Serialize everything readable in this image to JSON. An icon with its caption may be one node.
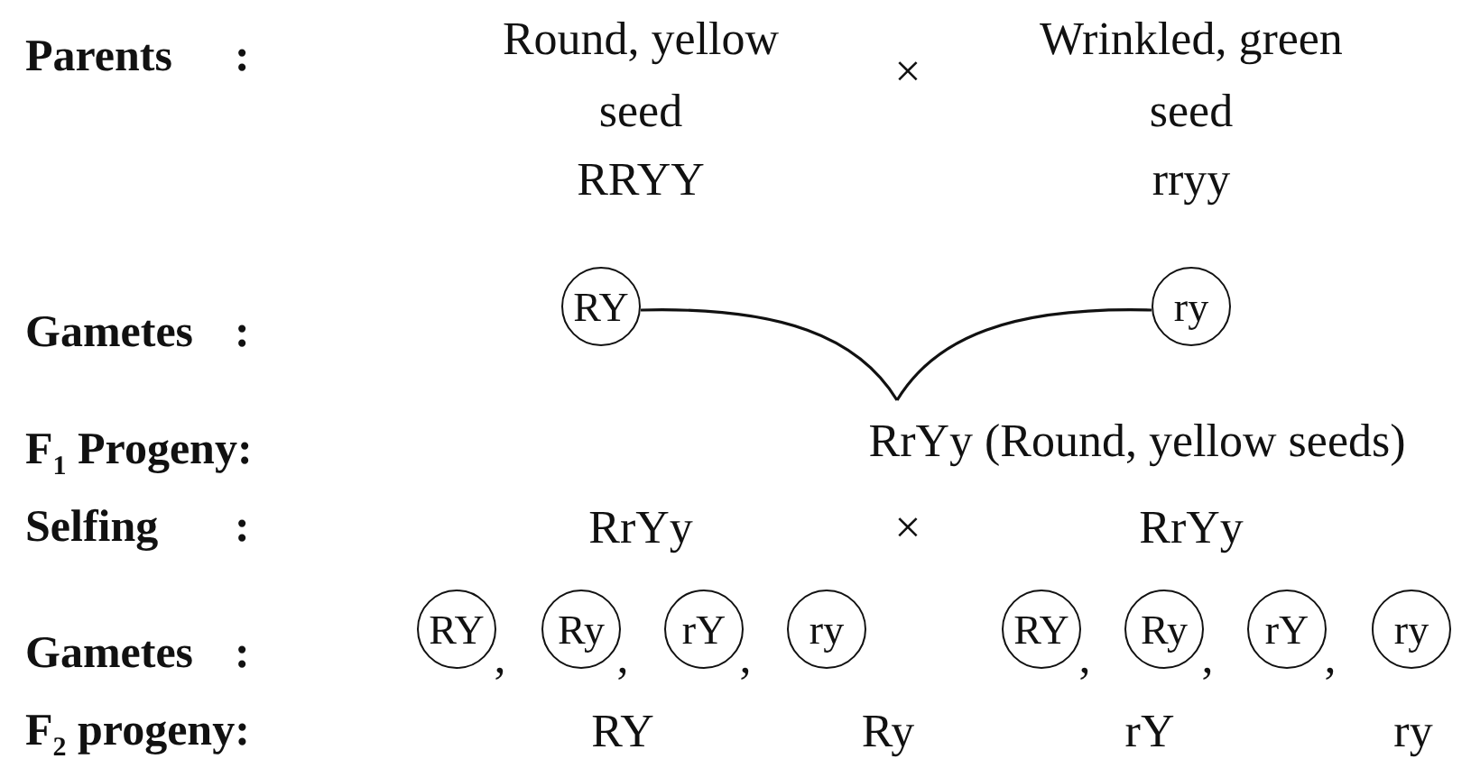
{
  "diagram": {
    "nodes": [
      {
        "text": [
          "RY"
        ]
      },
      {
        "text": [
          "ry"
        ]
      },
      {
        "text": [
          "RrYy (Round, yellow seeds)"
        ]
      },
      {
        "text": [
          "RY"
        ]
      },
      {
        "text": [
          "Ry"
        ]
      },
      {
        "text": [
          "rY"
        ]
      },
      {
        "text": [
          "ry"
        ]
      },
      {
        "text": [
          "RY"
        ]
      },
      {
        "text": [
          "Ry"
        ]
      },
      {
        "text": [
          "rY"
        ]
      },
      {
        "text": [
          "ry"
        ]
      }
    ],
    "edges": [
      {
        "from": 0,
        "to": 2,
        "arrow": "none"
      },
      {
        "from": 1,
        "to": 2,
        "arrow": "none"
      }
    ],
    "labels": [
      "Parents",
      ":",
      "Round, yellow seed",
      "×",
      "Wrinkled, green seed",
      "RRYY",
      "rryy",
      "Gametes",
      ":",
      "F$_{1}$ Progeny:",
      "Selfing",
      ":",
      "RrYy",
      "×",
      "RrYy",
      "Gametes",
      ":",
      ",",
      ",",
      ",",
      ",",
      ",",
      ",",
      "F$_{2}$ progeny:",
      "RY",
      "Ry",
      "rY",
      "ry"
    ]
  }
}
